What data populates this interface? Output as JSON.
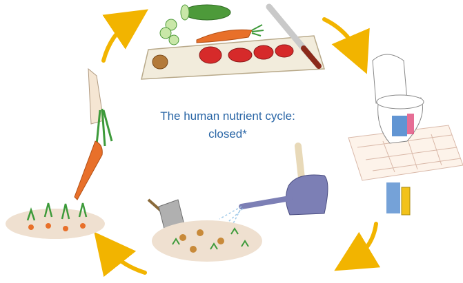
{
  "diagram": {
    "title_line1": "The human nutrient cycle:",
    "title_line2": "closed*",
    "stages": [
      {
        "id": "food-preparation",
        "icon": "cutting-board-vegetables-icon"
      },
      {
        "id": "toilet",
        "icon": "toilet-icon"
      },
      {
        "id": "watering",
        "icon": "watering-can-icon"
      },
      {
        "id": "fertilizing",
        "icon": "trowel-soil-icon"
      },
      {
        "id": "harvest",
        "icon": "carrot-harvest-icon"
      }
    ],
    "colors": {
      "arrow": "#f2b400",
      "title": "#2a66a6",
      "carrot": "#e8702a",
      "tomato": "#d62a2a",
      "leaf": "#3d9a3a",
      "watering_can": "#7c7fb5",
      "board": "#f2ecdc"
    }
  }
}
